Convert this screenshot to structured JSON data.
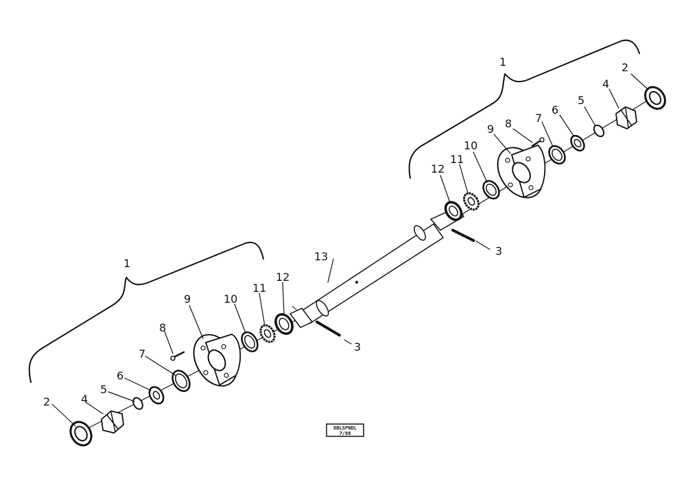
{
  "diagram": {
    "callouts": {
      "left_assembly": "1",
      "left_cap": "2",
      "left_nut": "4",
      "left_washer": "5",
      "left_outer_bearing": "6",
      "left_outer_race": "7",
      "left_stud": "8",
      "left_hub": "9",
      "left_inner_race": "10",
      "left_inner_bearing": "11",
      "left_seal": "12",
      "left_pin": "3",
      "spindle": "13",
      "right_assembly": "1",
      "right_cap": "2",
      "right_nut": "4",
      "right_washer": "5",
      "right_outer_bearing": "6",
      "right_outer_race": "7",
      "right_stud": "8",
      "right_hub": "9",
      "right_inner_race": "10",
      "right_inner_bearing": "11",
      "right_seal": "12",
      "right_pin": "3"
    },
    "stamp": {
      "line1": "DBLSPNDL",
      "line2": "7/98"
    }
  }
}
